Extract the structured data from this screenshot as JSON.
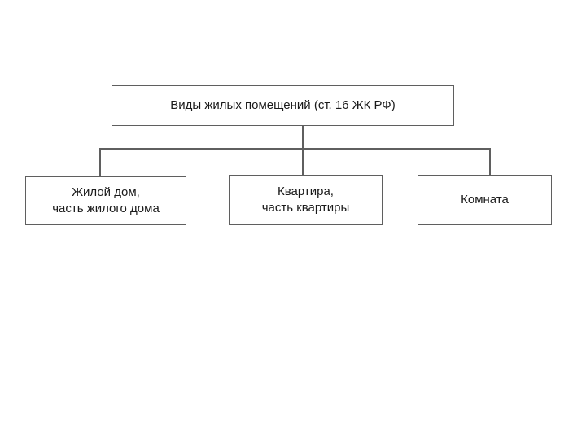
{
  "theme": {
    "background": "#ffffff",
    "line_color": "#5f5f5f",
    "text_color": "#1a1a1a"
  },
  "diagram": {
    "type": "org-chart",
    "root": {
      "label": "Виды жилых помещений (ст. 16 ЖК РФ)"
    },
    "children": [
      {
        "id": "house",
        "label": "Жилой дом,\nчасть жилого дома"
      },
      {
        "id": "flat",
        "label": "Квартира,\nчасть квартиры"
      },
      {
        "id": "room",
        "label": "Комната"
      }
    ]
  }
}
